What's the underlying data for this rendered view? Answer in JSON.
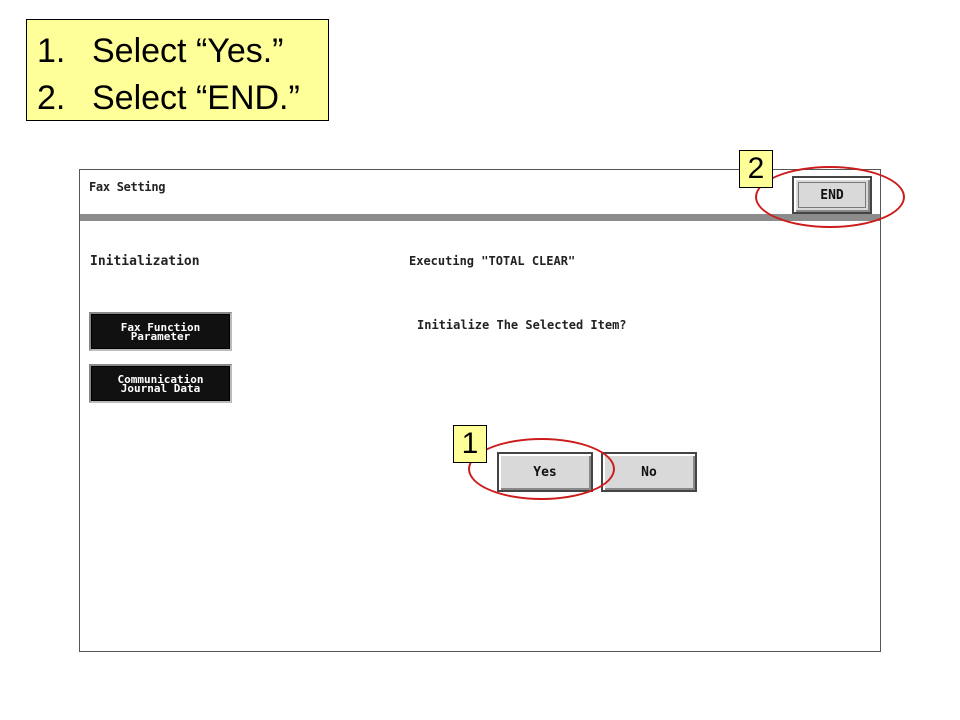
{
  "instructions": {
    "steps": [
      {
        "number": "1.",
        "text": "Select “Yes.”"
      },
      {
        "number": "2.",
        "text": "Select “END.”"
      }
    ]
  },
  "screen": {
    "title": "Fax Setting",
    "end_label": "END",
    "section_title": "Initialization",
    "status_text": "Executing \"TOTAL CLEAR\"",
    "question": "Initialize The Selected Item?",
    "side_buttons": [
      "Fax Function\nParameter",
      "Communication\nJournal Data"
    ],
    "yes_label": "Yes",
    "no_label": "No"
  },
  "annotations": {
    "callout_1": "1",
    "callout_2": "2",
    "highlight_color": "#cc1b1b",
    "callout_color": "#ffff99"
  }
}
